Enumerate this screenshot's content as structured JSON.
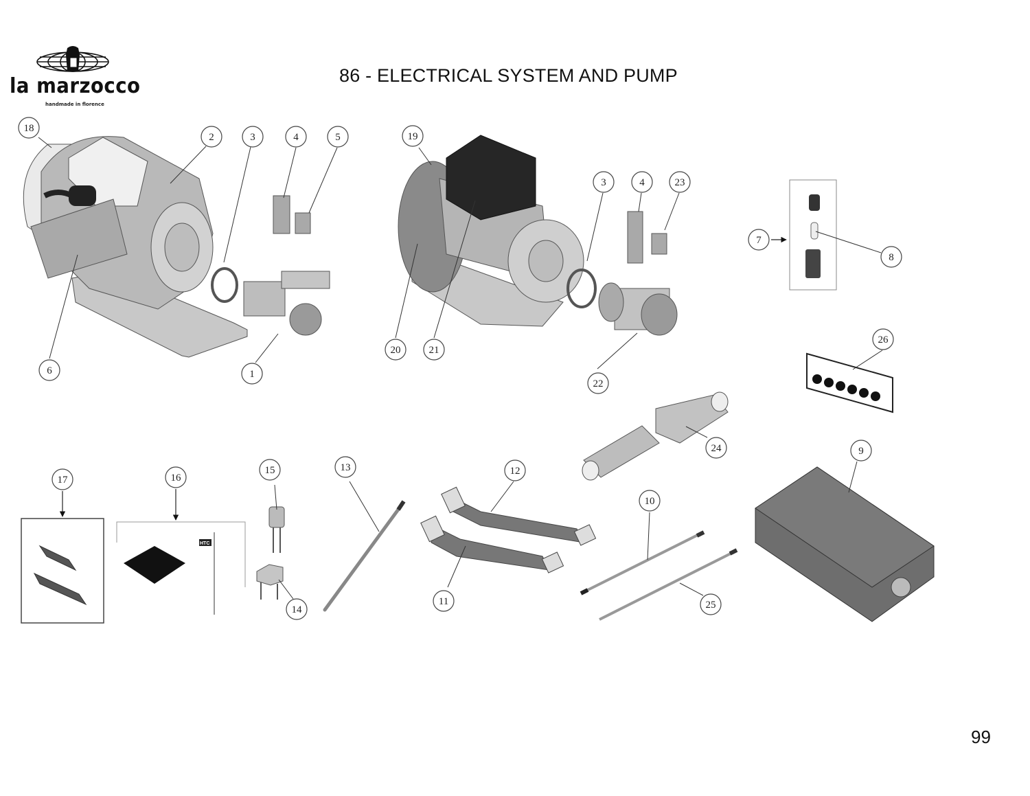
{
  "brand": {
    "name": "la marzocco",
    "tagline": "handmade in florence"
  },
  "page": {
    "title": "86 - ELECTRICAL SYSTEM AND PUMP",
    "page_number": "99"
  },
  "callouts": [
    {
      "id": "18",
      "label": "18"
    },
    {
      "id": "2",
      "label": "2"
    },
    {
      "id": "3a",
      "label": "3"
    },
    {
      "id": "4a",
      "label": "4"
    },
    {
      "id": "5",
      "label": "5"
    },
    {
      "id": "6",
      "label": "6"
    },
    {
      "id": "1",
      "label": "1"
    },
    {
      "id": "19",
      "label": "19"
    },
    {
      "id": "3b",
      "label": "3"
    },
    {
      "id": "4b",
      "label": "4"
    },
    {
      "id": "23",
      "label": "23"
    },
    {
      "id": "20",
      "label": "20"
    },
    {
      "id": "21",
      "label": "21"
    },
    {
      "id": "22",
      "label": "22"
    },
    {
      "id": "7",
      "label": "7"
    },
    {
      "id": "8",
      "label": "8"
    },
    {
      "id": "26",
      "label": "26"
    },
    {
      "id": "24",
      "label": "24"
    },
    {
      "id": "9",
      "label": "9"
    },
    {
      "id": "17",
      "label": "17"
    },
    {
      "id": "16",
      "label": "16"
    },
    {
      "id": "15",
      "label": "15"
    },
    {
      "id": "14",
      "label": "14"
    },
    {
      "id": "13",
      "label": "13"
    },
    {
      "id": "12",
      "label": "12"
    },
    {
      "id": "11",
      "label": "11"
    },
    {
      "id": "10",
      "label": "10"
    },
    {
      "id": "25",
      "label": "25"
    }
  ],
  "part_16_label": "HTC"
}
